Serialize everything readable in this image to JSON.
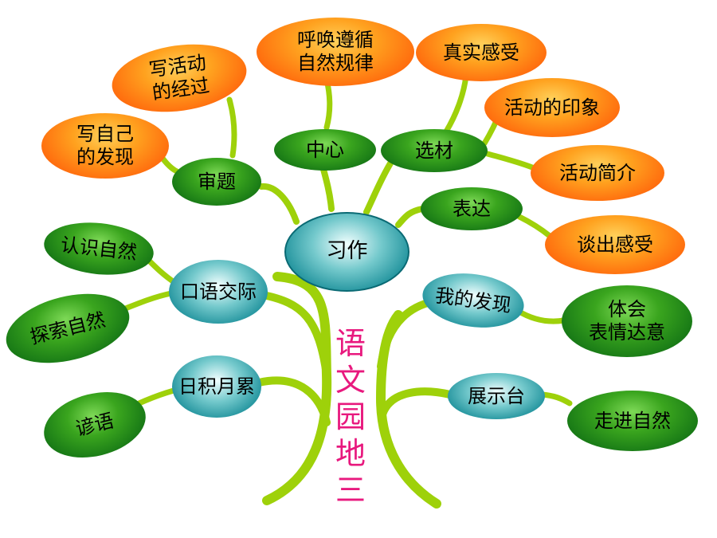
{
  "colors": {
    "branch": "#9ed10a",
    "title": "#e8197e",
    "green_node": "#1e8a1a",
    "orange_node": "#ff7d14",
    "teal_node": "#0c8591"
  },
  "center": "习作",
  "title": [
    "语",
    "文",
    "园",
    "地",
    "三"
  ],
  "nodes": {
    "shenti": "审题",
    "zhongxin": "中心",
    "xuancai": "选材",
    "biaoda": "表达",
    "xie_ziji": [
      "写自己",
      "的发现"
    ],
    "xie_huodong": [
      "写活动",
      "的经过"
    ],
    "huhuan": [
      "呼唤遵循",
      "自然规律"
    ],
    "zhenshi": "真实感受",
    "yinxiang": "活动的印象",
    "jianjie": "活动简介",
    "tanchu": "谈出感受",
    "kouyu": "口语交际",
    "renshi": "认识自然",
    "tansuo": "探索自然",
    "riji": "日积月累",
    "yanyu": "谚语",
    "wode": "我的发现",
    "tihui": [
      "体会",
      "表情达意"
    ],
    "zhanshi": "展示台",
    "zoujin": "走进自然"
  }
}
